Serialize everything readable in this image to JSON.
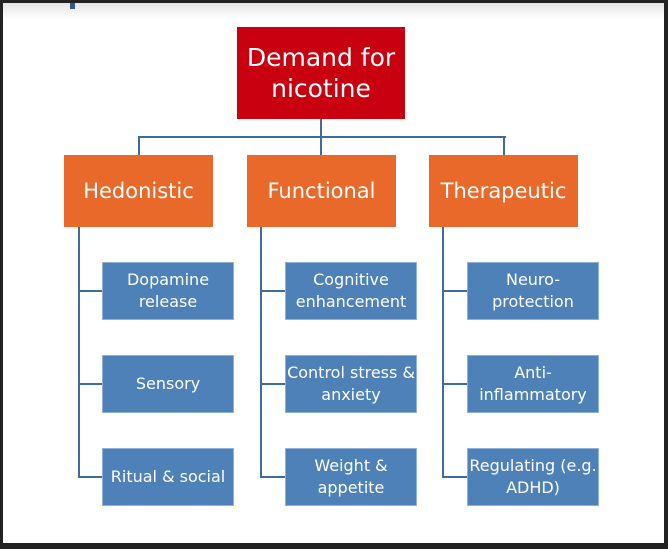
{
  "root": {
    "label": "Demand for nicotine"
  },
  "categories": [
    {
      "label": "Hedonistic",
      "items": [
        "Dopamine release",
        "Sensory",
        "Ritual & social"
      ]
    },
    {
      "label": "Functional",
      "items": [
        "Cognitive enhancement",
        "Control stress & anxiety",
        "Weight & appetite"
      ]
    },
    {
      "label": "Therapeutic",
      "items": [
        "Neuro-protection",
        "Anti-inflammatory",
        "Regulating (e.g. ADHD)"
      ]
    }
  ],
  "colors": {
    "root": "#c8000f",
    "category": "#e8692a",
    "leaf": "#4f81b9",
    "connector": "#3e6c9e"
  }
}
